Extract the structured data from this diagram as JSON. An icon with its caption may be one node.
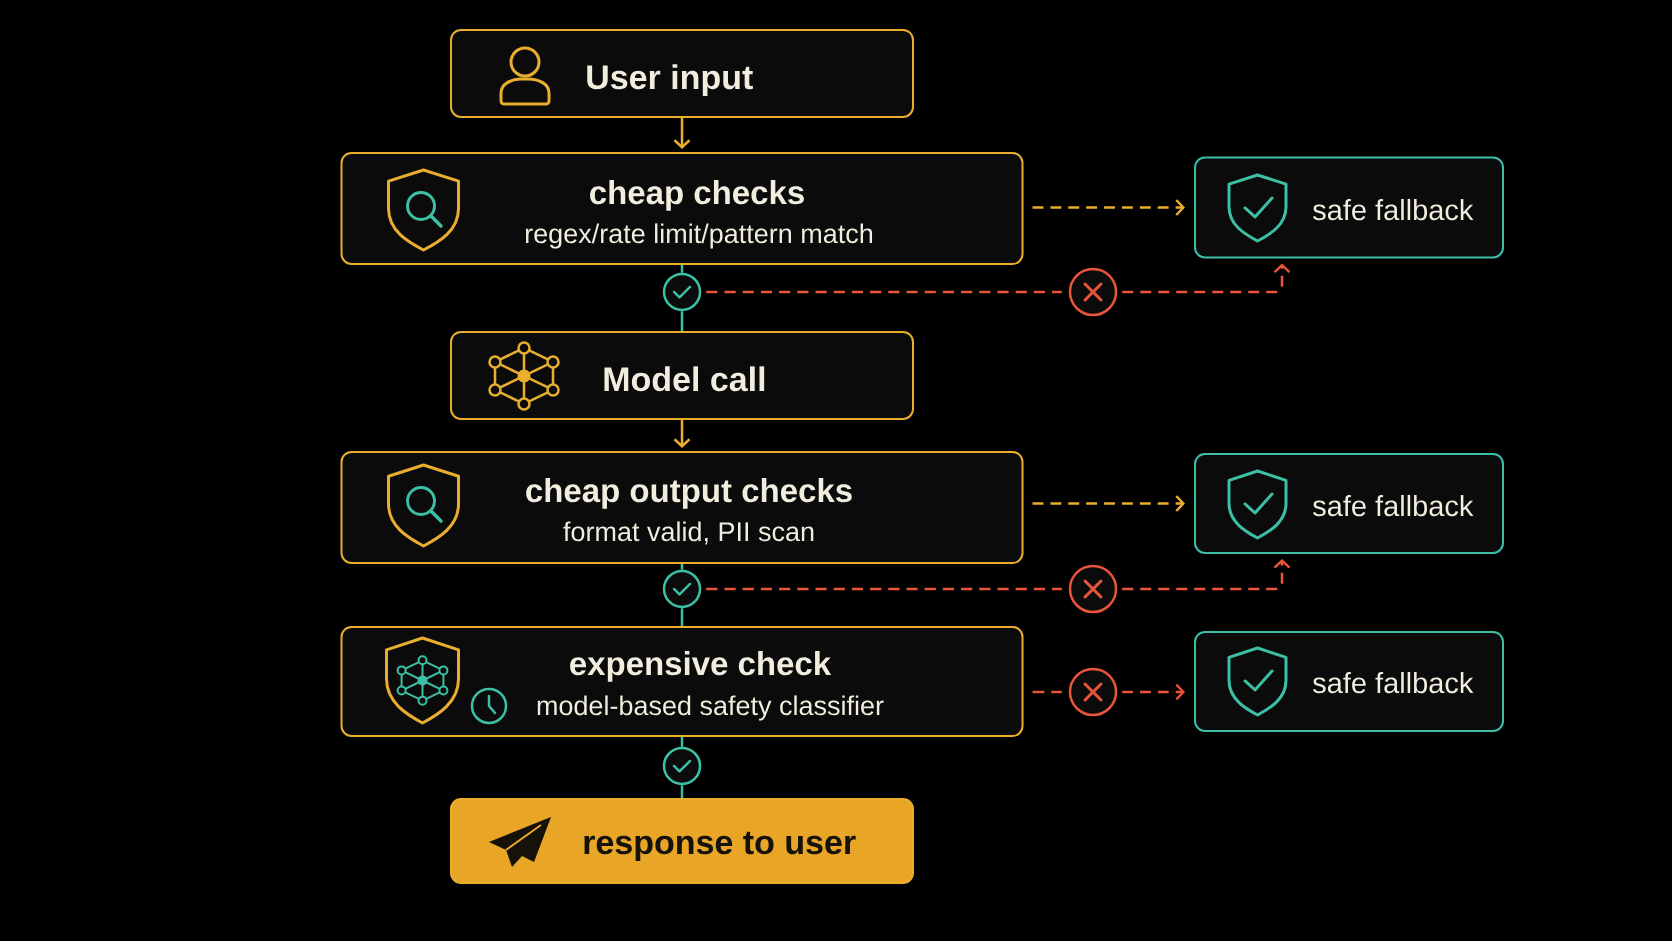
{
  "diagram": {
    "nodes": [
      {
        "text": [
          "User input"
        ]
      },
      {
        "text": [
          "cheap checks",
          "regex/rate limit/pattern match"
        ]
      },
      {
        "text": [
          "safe fallback"
        ]
      },
      {
        "text": [],
        "shape": "circle"
      },
      {
        "text": [],
        "shape": "circle"
      },
      {
        "text": [
          "Model call"
        ]
      },
      {
        "text": [
          "cheap output checks",
          "format valid, PII scan"
        ]
      },
      {
        "text": [
          "safe fallback"
        ]
      },
      {
        "text": [],
        "shape": "circle"
      },
      {
        "text": [],
        "shape": "circle"
      },
      {
        "text": [
          "expensive check",
          "model-based safety classifier"
        ]
      },
      {
        "text": [],
        "shape": "circle"
      },
      {
        "text": [
          "safe fallback"
        ]
      },
      {
        "text": [],
        "shape": "circle"
      },
      {
        "text": [
          "response to user"
        ]
      }
    ],
    "edges": [
      {
        "from": 0,
        "to": 1,
        "arrow": "to",
        "color": "#e9ae2e"
      },
      {
        "from": 1,
        "to": 2,
        "arrow": "to",
        "style": "dashed",
        "color": "#e9ae2e"
      },
      {
        "from": 1,
        "to": 3,
        "arrow": "none"
      },
      {
        "from": 3,
        "to": 5,
        "arrow": "none"
      },
      {
        "from": 3,
        "to": 4,
        "arrow": "none",
        "style": "dashed",
        "color": "#e8553b"
      },
      {
        "from": 4,
        "to": 2,
        "arrow": "to",
        "style": "dashed",
        "color": "#e8553b"
      },
      {
        "from": 5,
        "to": 6,
        "arrow": "to",
        "color": "#e9ae2e"
      },
      {
        "from": 6,
        "to": 7,
        "arrow": "to",
        "style": "dashed",
        "color": "#e9ae2e"
      },
      {
        "from": 6,
        "to": 8,
        "arrow": "none"
      },
      {
        "from": 8,
        "to": 10,
        "arrow": "none"
      },
      {
        "from": 8,
        "to": 9,
        "arrow": "none",
        "style": "dashed",
        "color": "#e8553b"
      },
      {
        "from": 9,
        "to": 7,
        "arrow": "to",
        "style": "dashed",
        "color": "#e8553b"
      },
      {
        "from": 10,
        "to": 11,
        "arrow": "none",
        "style": "dashed",
        "color": "#e8553b"
      },
      {
        "from": 11,
        "to": 12,
        "arrow": "to",
        "style": "dashed",
        "color": "#e8553b"
      },
      {
        "from": 10,
        "to": 13,
        "arrow": "none"
      },
      {
        "from": 13,
        "to": 14,
        "arrow": "none"
      }
    ]
  }
}
